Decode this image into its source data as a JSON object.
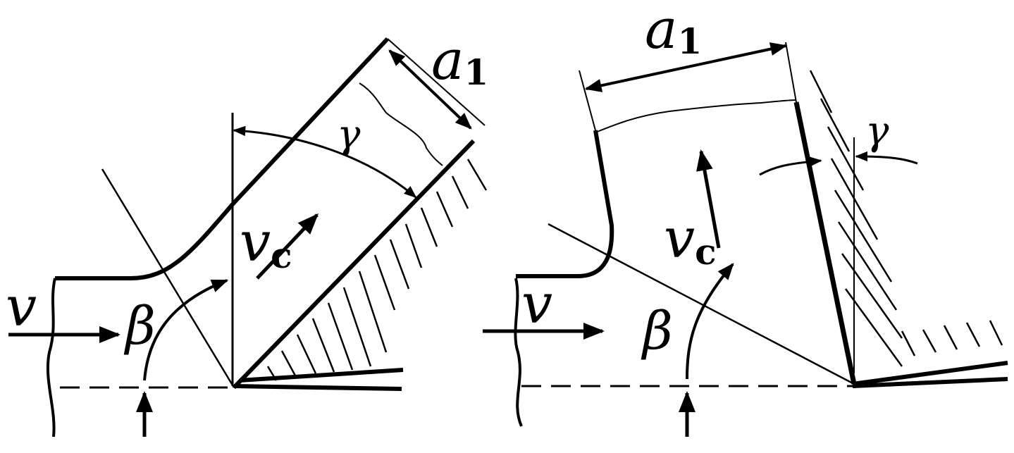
{
  "figure": {
    "left_panel": {
      "labels": {
        "a1": "a",
        "a1_sub": "1",
        "gamma": "γ",
        "vc": "v",
        "vc_sub": "c",
        "v": "v",
        "beta": "β"
      }
    },
    "right_panel": {
      "labels": {
        "a1": "a",
        "a1_sub": "1",
        "gamma": "γ",
        "vc": "v",
        "vc_sub": "c",
        "v": "v",
        "beta": "β"
      }
    },
    "colors": {
      "ink": "#000000",
      "background": "#ffffff"
    }
  }
}
